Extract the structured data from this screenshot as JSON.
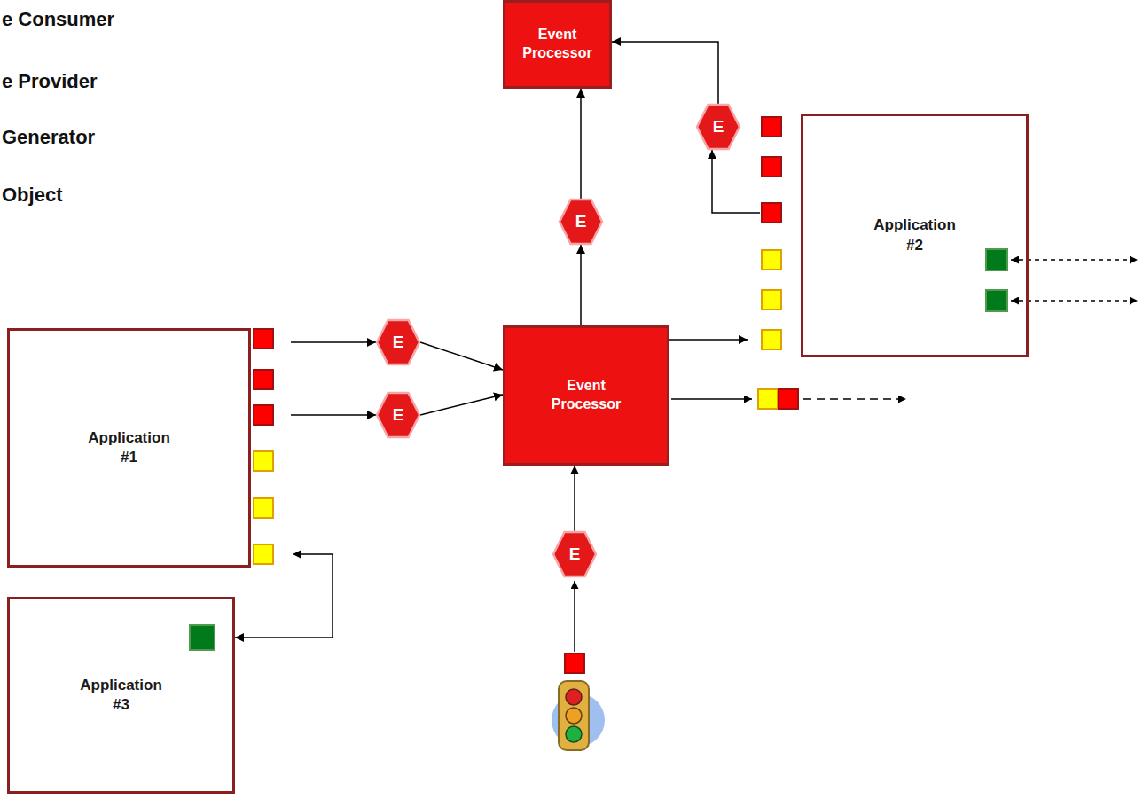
{
  "diagram": {
    "nodes": [
      {
        "text": [
          "Event Processor"
        ]
      },
      {
        "text": [
          "E"
        ]
      },
      {
        "text": [
          "Application #2"
        ]
      },
      {
        "text": [
          "E"
        ]
      },
      {
        "text": [
          "Application #1"
        ]
      },
      {
        "text": [
          "E"
        ]
      },
      {
        "text": [
          "Event Processor"
        ]
      },
      {
        "text": [
          "E"
        ]
      },
      {
        "text": [
          "E"
        ]
      },
      {
        "text": [
          "Application #3"
        ]
      }
    ],
    "edges": [
      {
        "from": 4,
        "to": 5,
        "arrow": "to"
      },
      {
        "from": 5,
        "to": 6,
        "arrow": "to"
      },
      {
        "from": 4,
        "to": 7,
        "arrow": "to"
      },
      {
        "from": 7,
        "to": 6,
        "arrow": "to"
      },
      {
        "from": 8,
        "to": 6,
        "arrow": "to"
      },
      {
        "from": 6,
        "to": 3,
        "arrow": "to"
      },
      {
        "from": 3,
        "to": 0,
        "arrow": "to"
      },
      {
        "from": 6,
        "to": 2,
        "arrow": "to"
      },
      {
        "from": 2,
        "to": 1,
        "arrow": "to"
      },
      {
        "from": 1,
        "to": 0,
        "arrow": "to"
      },
      {
        "from": 4,
        "to": 9,
        "arrow": "both"
      }
    ],
    "labels": [
      "e Consumer",
      "e Provider",
      "Generator",
      "Object"
    ]
  }
}
